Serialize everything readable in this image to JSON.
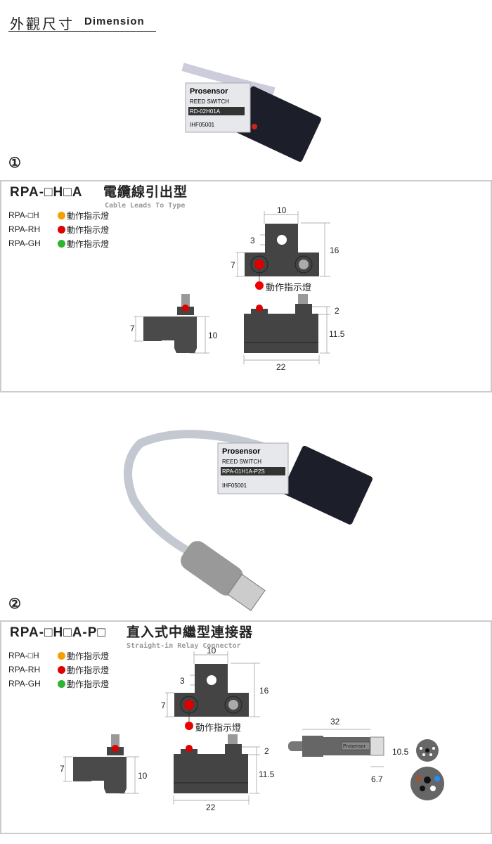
{
  "header": {
    "title_zh": "外觀尺寸",
    "title_en": "Dimension"
  },
  "photo1": {
    "brand": "Prosensor",
    "type": "REED SWITCH",
    "model": "RD-02H01A",
    "code": "IHF05001"
  },
  "photo2": {
    "brand": "Prosensor",
    "type": "REED SWITCH",
    "model": "RPA-01H1A-P2S",
    "code": "IHF05001"
  },
  "sections": [
    {
      "num": "①",
      "title": "RPA-□H□A",
      "title_zh": "電纜線引出型",
      "subtitle": "Cable Leads To Type",
      "legend": [
        {
          "model": "RPA-□H",
          "color": "#f5a000",
          "label": "動作指示燈"
        },
        {
          "model": "RPA-RH",
          "color": "#e00000",
          "label": "動作指示燈"
        },
        {
          "model": "RPA-GH",
          "color": "#2fb52f",
          "label": "動作指示燈"
        }
      ],
      "dims": {
        "top_width": "10",
        "hole": "3",
        "base_h": "7",
        "total_h": "16",
        "indicator": "動作指示燈",
        "side_h": "7",
        "side_total": "10",
        "cap": "2",
        "body_h": "11.5",
        "length": "22"
      }
    },
    {
      "num": "②",
      "title": "RPA-□H□A-P□",
      "title_zh": "直入式中繼型連接器",
      "subtitle": "Straight-in Relay Connector",
      "legend": [
        {
          "model": "RPA-□H",
          "color": "#f5a000",
          "label": "動作指示燈"
        },
        {
          "model": "RPA-RH",
          "color": "#e00000",
          "label": "動作指示燈"
        },
        {
          "model": "RPA-GH",
          "color": "#2fb52f",
          "label": "動作指示燈"
        }
      ],
      "dims": {
        "top_width": "10",
        "hole": "3",
        "base_h": "7",
        "total_h": "16",
        "indicator": "動作指示燈",
        "side_h": "7",
        "side_total": "10",
        "cap": "2",
        "body_h": "11.5",
        "length": "22",
        "conn_len": "32",
        "conn_dia": "10.5",
        "conn_tip": "6.7",
        "conn_brand": "Prosensor"
      }
    }
  ]
}
